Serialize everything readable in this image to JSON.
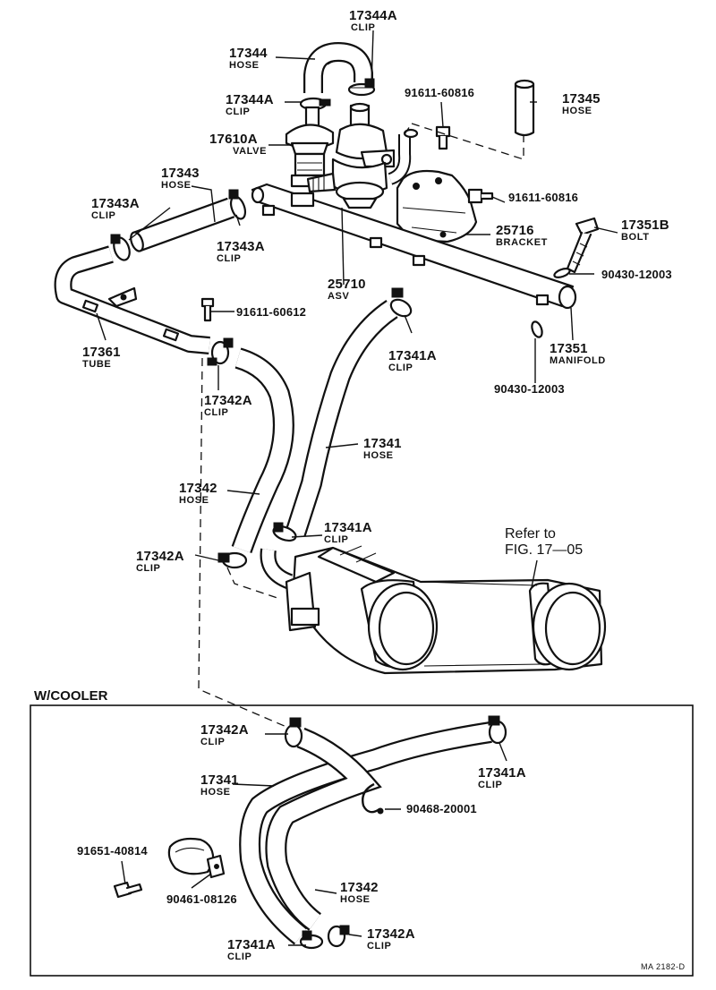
{
  "diagram": {
    "section_title": "W/COOLER",
    "figure_code": "MA 2182-D",
    "refer_note": {
      "line1": "Refer to",
      "line2": "FIG. 17—05"
    }
  },
  "labels": {
    "p17344A_top": {
      "num": "17344A",
      "sub": "CLIP"
    },
    "p17344": {
      "num": "17344",
      "sub": "HOSE"
    },
    "p17344A_mid": {
      "num": "17344A",
      "sub": "CLIP"
    },
    "p91611_60816_a": {
      "num": "91611-60816"
    },
    "p17345": {
      "num": "17345",
      "sub": "HOSE"
    },
    "p17610A": {
      "num": "17610A",
      "sub": "VALVE"
    },
    "p17343": {
      "num": "17343",
      "sub": "HOSE"
    },
    "p91611_60816_b": {
      "num": "91611-60816"
    },
    "p17343A_left": {
      "num": "17343A",
      "sub": "CLIP"
    },
    "p25716": {
      "num": "25716",
      "sub": "BRACKET"
    },
    "p17351B": {
      "num": "17351B",
      "sub": "BOLT"
    },
    "p17343A_right": {
      "num": "17343A",
      "sub": "CLIP"
    },
    "p90430_a": {
      "num": "90430-12003"
    },
    "p25710": {
      "num": "25710",
      "sub": "ASV"
    },
    "p91611_60612": {
      "num": "91611-60612"
    },
    "p17361": {
      "num": "17361",
      "sub": "TUBE"
    },
    "p17341A_a": {
      "num": "17341A",
      "sub": "CLIP"
    },
    "p17351": {
      "num": "17351",
      "sub": "MANIFOLD"
    },
    "p17342A_a": {
      "num": "17342A",
      "sub": "CLIP"
    },
    "p90430_b": {
      "num": "90430-12003"
    },
    "p17341_a": {
      "num": "17341",
      "sub": "HOSE"
    },
    "p17342_a": {
      "num": "17342",
      "sub": "HOSE"
    },
    "p17341A_b": {
      "num": "17341A",
      "sub": "CLIP"
    },
    "p17342A_b": {
      "num": "17342A",
      "sub": "CLIP"
    },
    "p17342A_c": {
      "num": "17342A",
      "sub": "CLIP"
    },
    "p17341A_c": {
      "num": "17341A",
      "sub": "CLIP"
    },
    "p17341_b": {
      "num": "17341",
      "sub": "HOSE"
    },
    "p90468": {
      "num": "90468-20001"
    },
    "p91651": {
      "num": "91651-40814"
    },
    "p90461": {
      "num": "90461-08126"
    },
    "p17342_b": {
      "num": "17342",
      "sub": "HOSE"
    },
    "p17341A_d": {
      "num": "17341A",
      "sub": "CLIP"
    },
    "p17342A_d": {
      "num": "17342A",
      "sub": "CLIP"
    }
  },
  "colors": {
    "ink": "#111111",
    "paper": "#ffffff"
  }
}
